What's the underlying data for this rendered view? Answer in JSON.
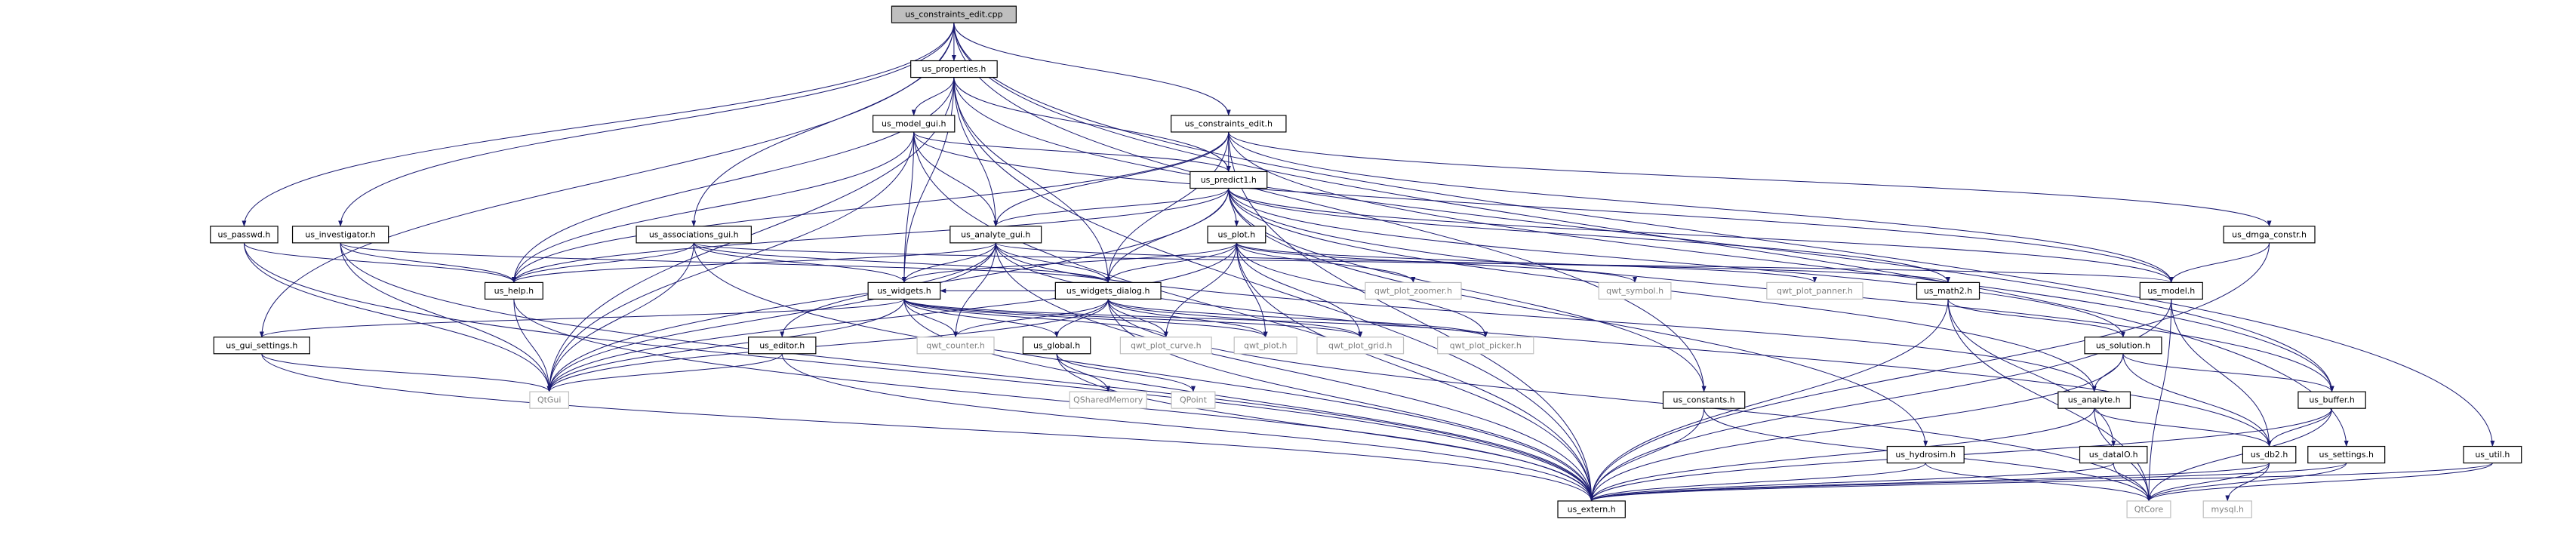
{
  "diagram": {
    "colors": {
      "edge": "#191970",
      "node_border": "#000000",
      "ext_border": "#bfbfbf",
      "ext_text": "#7f7f7f",
      "root_fill": "#bfbfbf",
      "fill": "#ffffff"
    },
    "nodes": [
      {
        "id": "root",
        "label": "us_constraints_edit.cpp",
        "kind": "root"
      },
      {
        "id": "props",
        "label": "us_properties.h",
        "kind": "normal"
      },
      {
        "id": "model_gui",
        "label": "us_model_gui.h",
        "kind": "normal"
      },
      {
        "id": "cons_edit",
        "label": "us_constraints_edit.h",
        "kind": "normal"
      },
      {
        "id": "predict1",
        "label": "us_predict1.h",
        "kind": "normal"
      },
      {
        "id": "passwd",
        "label": "us_passwd.h",
        "kind": "normal"
      },
      {
        "id": "investigator",
        "label": "us_investigator.h",
        "kind": "normal"
      },
      {
        "id": "assoc_gui",
        "label": "us_associations_gui.h",
        "kind": "normal"
      },
      {
        "id": "analyte_gui",
        "label": "us_analyte_gui.h",
        "kind": "normal"
      },
      {
        "id": "plot",
        "label": "us_plot.h",
        "kind": "normal"
      },
      {
        "id": "dmga",
        "label": "us_dmga_constr.h",
        "kind": "normal"
      },
      {
        "id": "help",
        "label": "us_help.h",
        "kind": "normal"
      },
      {
        "id": "widgets",
        "label": "us_widgets.h",
        "kind": "normal"
      },
      {
        "id": "widgets_dialog",
        "label": "us_widgets_dialog.h",
        "kind": "normal"
      },
      {
        "id": "qwt_plot_zoomer",
        "label": "qwt_plot_zoomer.h",
        "kind": "ext"
      },
      {
        "id": "qwt_symbol",
        "label": "qwt_symbol.h",
        "kind": "ext"
      },
      {
        "id": "qwt_plot_panner",
        "label": "qwt_plot_panner.h",
        "kind": "ext"
      },
      {
        "id": "math2",
        "label": "us_math2.h",
        "kind": "normal"
      },
      {
        "id": "model",
        "label": "us_model.h",
        "kind": "normal"
      },
      {
        "id": "gui_settings",
        "label": "us_gui_settings.h",
        "kind": "normal"
      },
      {
        "id": "editor",
        "label": "us_editor.h",
        "kind": "normal"
      },
      {
        "id": "qwt_counter",
        "label": "qwt_counter.h",
        "kind": "ext"
      },
      {
        "id": "global",
        "label": "us_global.h",
        "kind": "normal"
      },
      {
        "id": "qwt_plot_curve",
        "label": "qwt_plot_curve.h",
        "kind": "ext"
      },
      {
        "id": "qwt_plot",
        "label": "qwt_plot.h",
        "kind": "ext"
      },
      {
        "id": "qwt_plot_grid",
        "label": "qwt_plot_grid.h",
        "kind": "ext"
      },
      {
        "id": "qwt_plot_picker",
        "label": "qwt_plot_picker.h",
        "kind": "ext"
      },
      {
        "id": "solution",
        "label": "us_solution.h",
        "kind": "normal"
      },
      {
        "id": "qtgui",
        "label": "QtGui",
        "kind": "ext"
      },
      {
        "id": "qshared",
        "label": "QSharedMemory",
        "kind": "ext"
      },
      {
        "id": "qpoint",
        "label": "QPoint",
        "kind": "ext"
      },
      {
        "id": "constants",
        "label": "us_constants.h",
        "kind": "normal"
      },
      {
        "id": "analyte",
        "label": "us_analyte.h",
        "kind": "normal"
      },
      {
        "id": "buffer",
        "label": "us_buffer.h",
        "kind": "normal"
      },
      {
        "id": "hydrosim",
        "label": "us_hydrosim.h",
        "kind": "normal"
      },
      {
        "id": "dataio",
        "label": "us_dataIO.h",
        "kind": "normal"
      },
      {
        "id": "db2",
        "label": "us_db2.h",
        "kind": "normal"
      },
      {
        "id": "settings",
        "label": "us_settings.h",
        "kind": "normal"
      },
      {
        "id": "util",
        "label": "us_util.h",
        "kind": "normal"
      },
      {
        "id": "extern",
        "label": "us_extern.h",
        "kind": "normal"
      },
      {
        "id": "qtcore",
        "label": "QtCore",
        "kind": "ext"
      },
      {
        "id": "mysql",
        "label": "mysql.h",
        "kind": "ext"
      }
    ],
    "edges": [
      [
        "root",
        "props"
      ],
      [
        "root",
        "cons_edit"
      ],
      [
        "root",
        "passwd"
      ],
      [
        "root",
        "investigator"
      ],
      [
        "root",
        "assoc_gui"
      ],
      [
        "root",
        "gui_settings"
      ],
      [
        "root",
        "constants"
      ],
      [
        "root",
        "settings"
      ],
      [
        "root",
        "util"
      ],
      [
        "props",
        "model_gui"
      ],
      [
        "props",
        "predict1"
      ],
      [
        "props",
        "analyte_gui"
      ],
      [
        "props",
        "widgets"
      ],
      [
        "props",
        "widgets_dialog"
      ],
      [
        "props",
        "help"
      ],
      [
        "props",
        "qtgui"
      ],
      [
        "props",
        "buffer"
      ],
      [
        "props",
        "extern"
      ],
      [
        "model_gui",
        "predict1"
      ],
      [
        "model_gui",
        "analyte_gui"
      ],
      [
        "model_gui",
        "widgets"
      ],
      [
        "model_gui",
        "help"
      ],
      [
        "model_gui",
        "qtgui"
      ],
      [
        "model_gui",
        "model"
      ],
      [
        "model_gui",
        "extern"
      ],
      [
        "cons_edit",
        "predict1"
      ],
      [
        "cons_edit",
        "analyte_gui"
      ],
      [
        "cons_edit",
        "widgets_dialog"
      ],
      [
        "cons_edit",
        "help"
      ],
      [
        "cons_edit",
        "dmga"
      ],
      [
        "cons_edit",
        "model"
      ],
      [
        "cons_edit",
        "buffer"
      ],
      [
        "cons_edit",
        "extern"
      ],
      [
        "predict1",
        "plot"
      ],
      [
        "predict1",
        "analyte_gui"
      ],
      [
        "predict1",
        "widgets_dialog"
      ],
      [
        "predict1",
        "help"
      ],
      [
        "predict1",
        "math2"
      ],
      [
        "predict1",
        "model"
      ],
      [
        "predict1",
        "hydrosim"
      ],
      [
        "predict1",
        "solution"
      ],
      [
        "predict1",
        "analyte"
      ],
      [
        "predict1",
        "buffer"
      ],
      [
        "predict1",
        "constants"
      ],
      [
        "predict1",
        "qtgui"
      ],
      [
        "passwd",
        "help"
      ],
      [
        "passwd",
        "qtgui"
      ],
      [
        "passwd",
        "extern"
      ],
      [
        "investigator",
        "help"
      ],
      [
        "investigator",
        "widgets_dialog"
      ],
      [
        "investigator",
        "qtgui"
      ],
      [
        "investigator",
        "extern"
      ],
      [
        "assoc_gui",
        "help"
      ],
      [
        "assoc_gui",
        "widgets_dialog"
      ],
      [
        "assoc_gui",
        "widgets"
      ],
      [
        "assoc_gui",
        "qtgui"
      ],
      [
        "assoc_gui",
        "model"
      ],
      [
        "assoc_gui",
        "extern"
      ],
      [
        "analyte_gui",
        "widgets"
      ],
      [
        "analyte_gui",
        "widgets_dialog"
      ],
      [
        "analyte_gui",
        "help"
      ],
      [
        "analyte_gui",
        "editor"
      ],
      [
        "analyte_gui",
        "math2"
      ],
      [
        "analyte_gui",
        "analyte"
      ],
      [
        "analyte_gui",
        "db2"
      ],
      [
        "analyte_gui",
        "qwt_counter"
      ],
      [
        "analyte_gui",
        "qtgui"
      ],
      [
        "analyte_gui",
        "extern"
      ],
      [
        "plot",
        "widgets"
      ],
      [
        "plot",
        "widgets_dialog"
      ],
      [
        "plot",
        "qwt_plot_zoomer"
      ],
      [
        "plot",
        "qwt_symbol"
      ],
      [
        "plot",
        "qwt_plot_panner"
      ],
      [
        "plot",
        "qwt_plot_curve"
      ],
      [
        "plot",
        "qwt_plot"
      ],
      [
        "plot",
        "qwt_plot_grid"
      ],
      [
        "plot",
        "qwt_plot_picker"
      ],
      [
        "plot",
        "qtgui"
      ],
      [
        "plot",
        "extern"
      ],
      [
        "dmga",
        "model"
      ],
      [
        "dmga",
        "extern"
      ],
      [
        "help",
        "qtgui"
      ],
      [
        "help",
        "extern"
      ],
      [
        "widgets",
        "gui_settings"
      ],
      [
        "widgets",
        "qwt_counter"
      ],
      [
        "widgets",
        "global"
      ],
      [
        "widgets",
        "qwt_plot_curve"
      ],
      [
        "widgets",
        "qwt_plot"
      ],
      [
        "widgets",
        "qwt_plot_grid"
      ],
      [
        "widgets",
        "qwt_plot_picker"
      ],
      [
        "widgets",
        "qtgui"
      ],
      [
        "widgets",
        "extern"
      ],
      [
        "widgets_dialog",
        "widgets"
      ],
      [
        "widgets_dialog",
        "qwt_counter"
      ],
      [
        "widgets_dialog",
        "global"
      ],
      [
        "widgets_dialog",
        "qwt_plot_curve"
      ],
      [
        "widgets_dialog",
        "qwt_plot"
      ],
      [
        "widgets_dialog",
        "qwt_plot_grid"
      ],
      [
        "widgets_dialog",
        "qwt_plot_picker"
      ],
      [
        "widgets_dialog",
        "qtgui"
      ],
      [
        "widgets_dialog",
        "extern"
      ],
      [
        "widgets_dialog",
        "qtcore"
      ],
      [
        "math2",
        "solution"
      ],
      [
        "math2",
        "dataio"
      ],
      [
        "math2",
        "extern"
      ],
      [
        "math2",
        "qtcore"
      ],
      [
        "model",
        "db2"
      ],
      [
        "model",
        "extern"
      ],
      [
        "model",
        "qtcore"
      ],
      [
        "gui_settings",
        "qtgui"
      ],
      [
        "gui_settings",
        "extern"
      ],
      [
        "editor",
        "qtgui"
      ],
      [
        "editor",
        "extern"
      ],
      [
        "global",
        "qshared"
      ],
      [
        "global",
        "qpoint"
      ],
      [
        "global",
        "extern"
      ],
      [
        "solution",
        "analyte"
      ],
      [
        "solution",
        "buffer"
      ],
      [
        "solution",
        "db2"
      ],
      [
        "solution",
        "extern"
      ],
      [
        "constants",
        "extern"
      ],
      [
        "constants",
        "qtcore"
      ],
      [
        "analyte",
        "db2"
      ],
      [
        "analyte",
        "extern"
      ],
      [
        "analyte",
        "qtcore"
      ],
      [
        "buffer",
        "db2"
      ],
      [
        "buffer",
        "extern"
      ],
      [
        "buffer",
        "qtcore"
      ],
      [
        "hydrosim",
        "extern"
      ],
      [
        "hydrosim",
        "qtcore"
      ],
      [
        "dataio",
        "extern"
      ],
      [
        "dataio",
        "qtcore"
      ],
      [
        "db2",
        "extern"
      ],
      [
        "db2",
        "qtcore"
      ],
      [
        "db2",
        "mysql"
      ],
      [
        "settings",
        "extern"
      ],
      [
        "settings",
        "qtcore"
      ],
      [
        "util",
        "extern"
      ],
      [
        "util",
        "qtcore"
      ]
    ]
  }
}
